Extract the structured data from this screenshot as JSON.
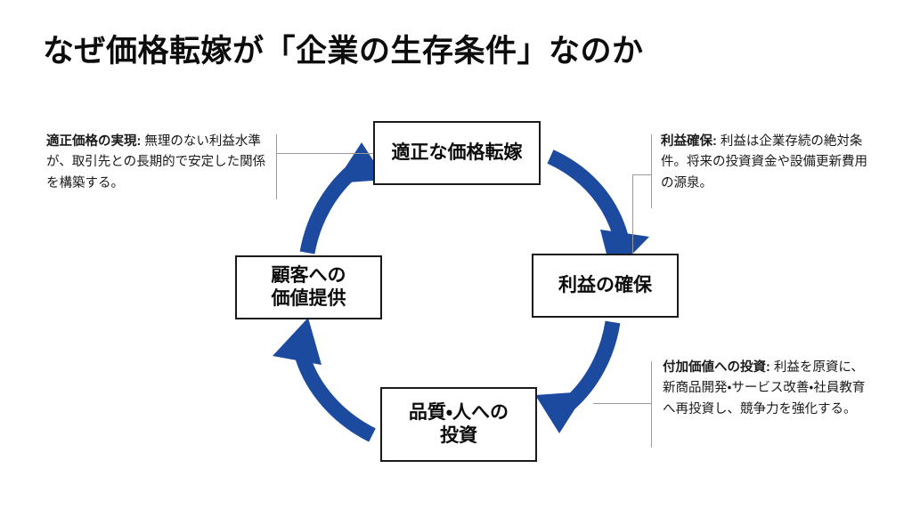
{
  "slide": {
    "title": "なぜ価格転嫁が「企業の生存条件」なのか",
    "accent_color": "#1B4A9E",
    "box_border_color": "#1a1a1a",
    "leader_line_color": "#9a9a9a",
    "background_color": "#ffffff"
  },
  "cycle": {
    "direction": "clockwise",
    "nodes": [
      {
        "id": "node-top",
        "position": "top",
        "label": "適正な価格転嫁"
      },
      {
        "id": "node-right",
        "position": "right",
        "label": "利益の確保"
      },
      {
        "id": "node-bottom",
        "position": "bottom",
        "label": "品質・人への\n投資"
      },
      {
        "id": "node-left",
        "position": "left",
        "label": "顧客への\n価値提供"
      }
    ],
    "arrows": [
      {
        "id": "arrow-top-right",
        "from": "適正な価格転嫁",
        "to": "利益の確保"
      },
      {
        "id": "arrow-right-bottom",
        "from": "利益の確保",
        "to": "品質・人への投資"
      },
      {
        "id": "arrow-bottom-left",
        "from": "品質・人への投資",
        "to": "顧客への価値提供"
      },
      {
        "id": "arrow-left-top",
        "from": "顧客への価値提供",
        "to": "適正な価格転嫁"
      }
    ]
  },
  "annotations": {
    "left": {
      "title": "適正価格の実現:",
      "body": " 無理のない利益水準が、取引先との長期的で安定した関係を構築する。",
      "attached_to": "適正な価格転嫁"
    },
    "right_top": {
      "title": "利益確保:",
      "body": " 利益は企業存続の絶対条件。将来の投資資金や設備更新費用の源泉。",
      "attached_to": "利益の確保"
    },
    "right_bottom": {
      "title": "付加価値への投資:",
      "body": " 利益を原資に、新商品開発・サービス改善・社員教育へ再投資し、競争力を強化する。",
      "attached_to": "品質・人への投資"
    }
  }
}
